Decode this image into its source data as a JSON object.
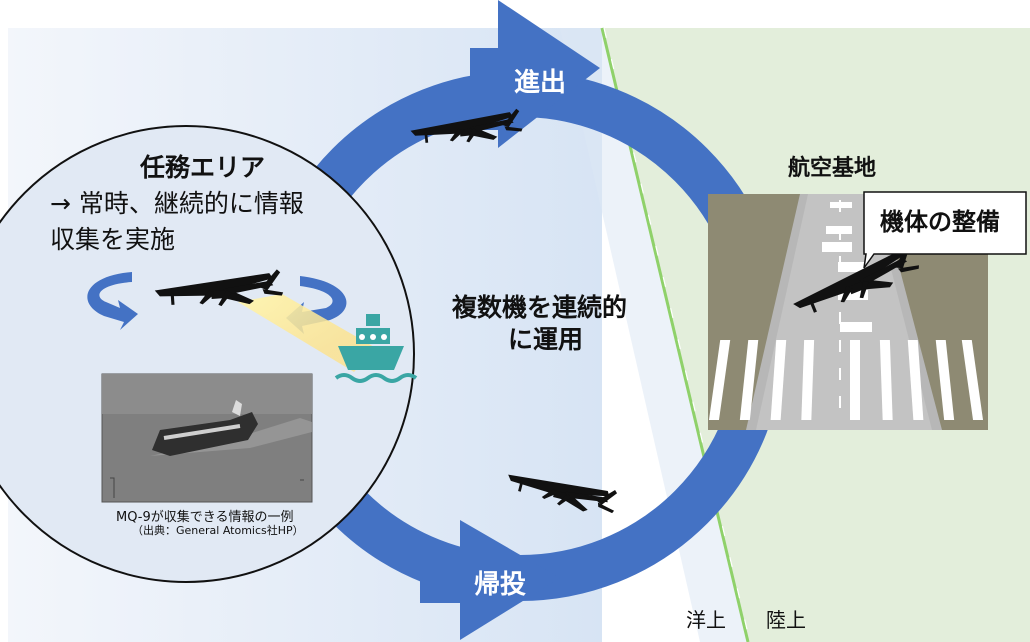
{
  "labels": {
    "outbound": "進出",
    "inbound": "帰投",
    "center_line1": "複数機を連続的",
    "center_line2": "に運用",
    "base_title": "航空基地",
    "maintenance": "機体の整備",
    "mission_title": "任務エリア",
    "mission_line1": "→ 常時、継続的に情報",
    "mission_line2": "収集を実施",
    "photo_caption": "MQ-9が収集できる情報の一例",
    "photo_source": "（出典：General Atomics社HP）",
    "sea": "洋上",
    "land": "陸上"
  },
  "colors": {
    "sea_bg": "#dfe9f6",
    "land_bg": "#e3eedb",
    "arrow_blue": "#4472c4",
    "coast_line": "#8fd16a",
    "ship_teal": "#3aa6a4",
    "runway_grass": "#8e8a73"
  }
}
